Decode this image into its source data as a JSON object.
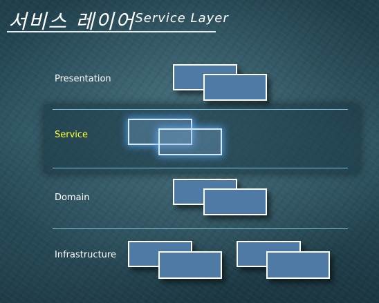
{
  "title": {
    "korean": "서비스 레이어",
    "english": "Service Layer"
  },
  "layers": [
    {
      "label": "Presentation",
      "highlighted": false,
      "boxes": 2
    },
    {
      "label": "Service",
      "highlighted": true,
      "boxes": 2
    },
    {
      "label": "Domain",
      "highlighted": false,
      "boxes": 2
    },
    {
      "label": "Infrastructure",
      "highlighted": false,
      "boxes": 4
    }
  ],
  "colors": {
    "box_fill": "#4f7aa6",
    "box_border": "#ffffff",
    "highlight_label": "#ffff33",
    "divider": "#7fc6e0",
    "background": "#2c5360"
  }
}
